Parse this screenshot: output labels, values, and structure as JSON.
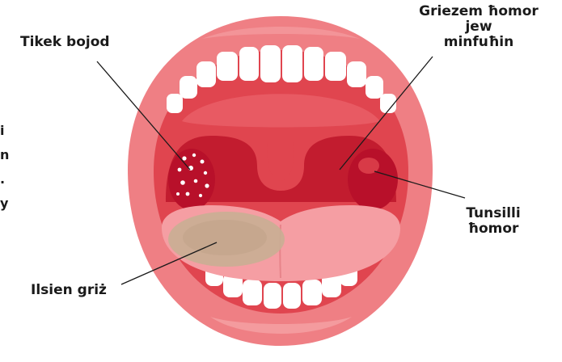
{
  "labels": {
    "white_spots": "Tikek bojod",
    "red_glands": [
      "Griezem ħomor",
      "jew",
      "minfuħin"
    ],
    "red_tonsils": [
      "Tunsilli",
      "ħomor"
    ],
    "grey_tongue": "Ilsien griż"
  },
  "left_edge_fragments": [
    "i",
    "n",
    ".",
    "y"
  ],
  "colors": {
    "lip": "#ef7f84",
    "lip_highlight": "#f6a6aa",
    "mouth_cavity": "#e0454f",
    "throat_dark": "#c21c2f",
    "tonsil_inflamed": "#b8102a",
    "tongue": "#f59ea3",
    "tongue_coating": "#c9ae93",
    "teeth": "#ffffff",
    "leader_line": "#1a1a1a"
  }
}
